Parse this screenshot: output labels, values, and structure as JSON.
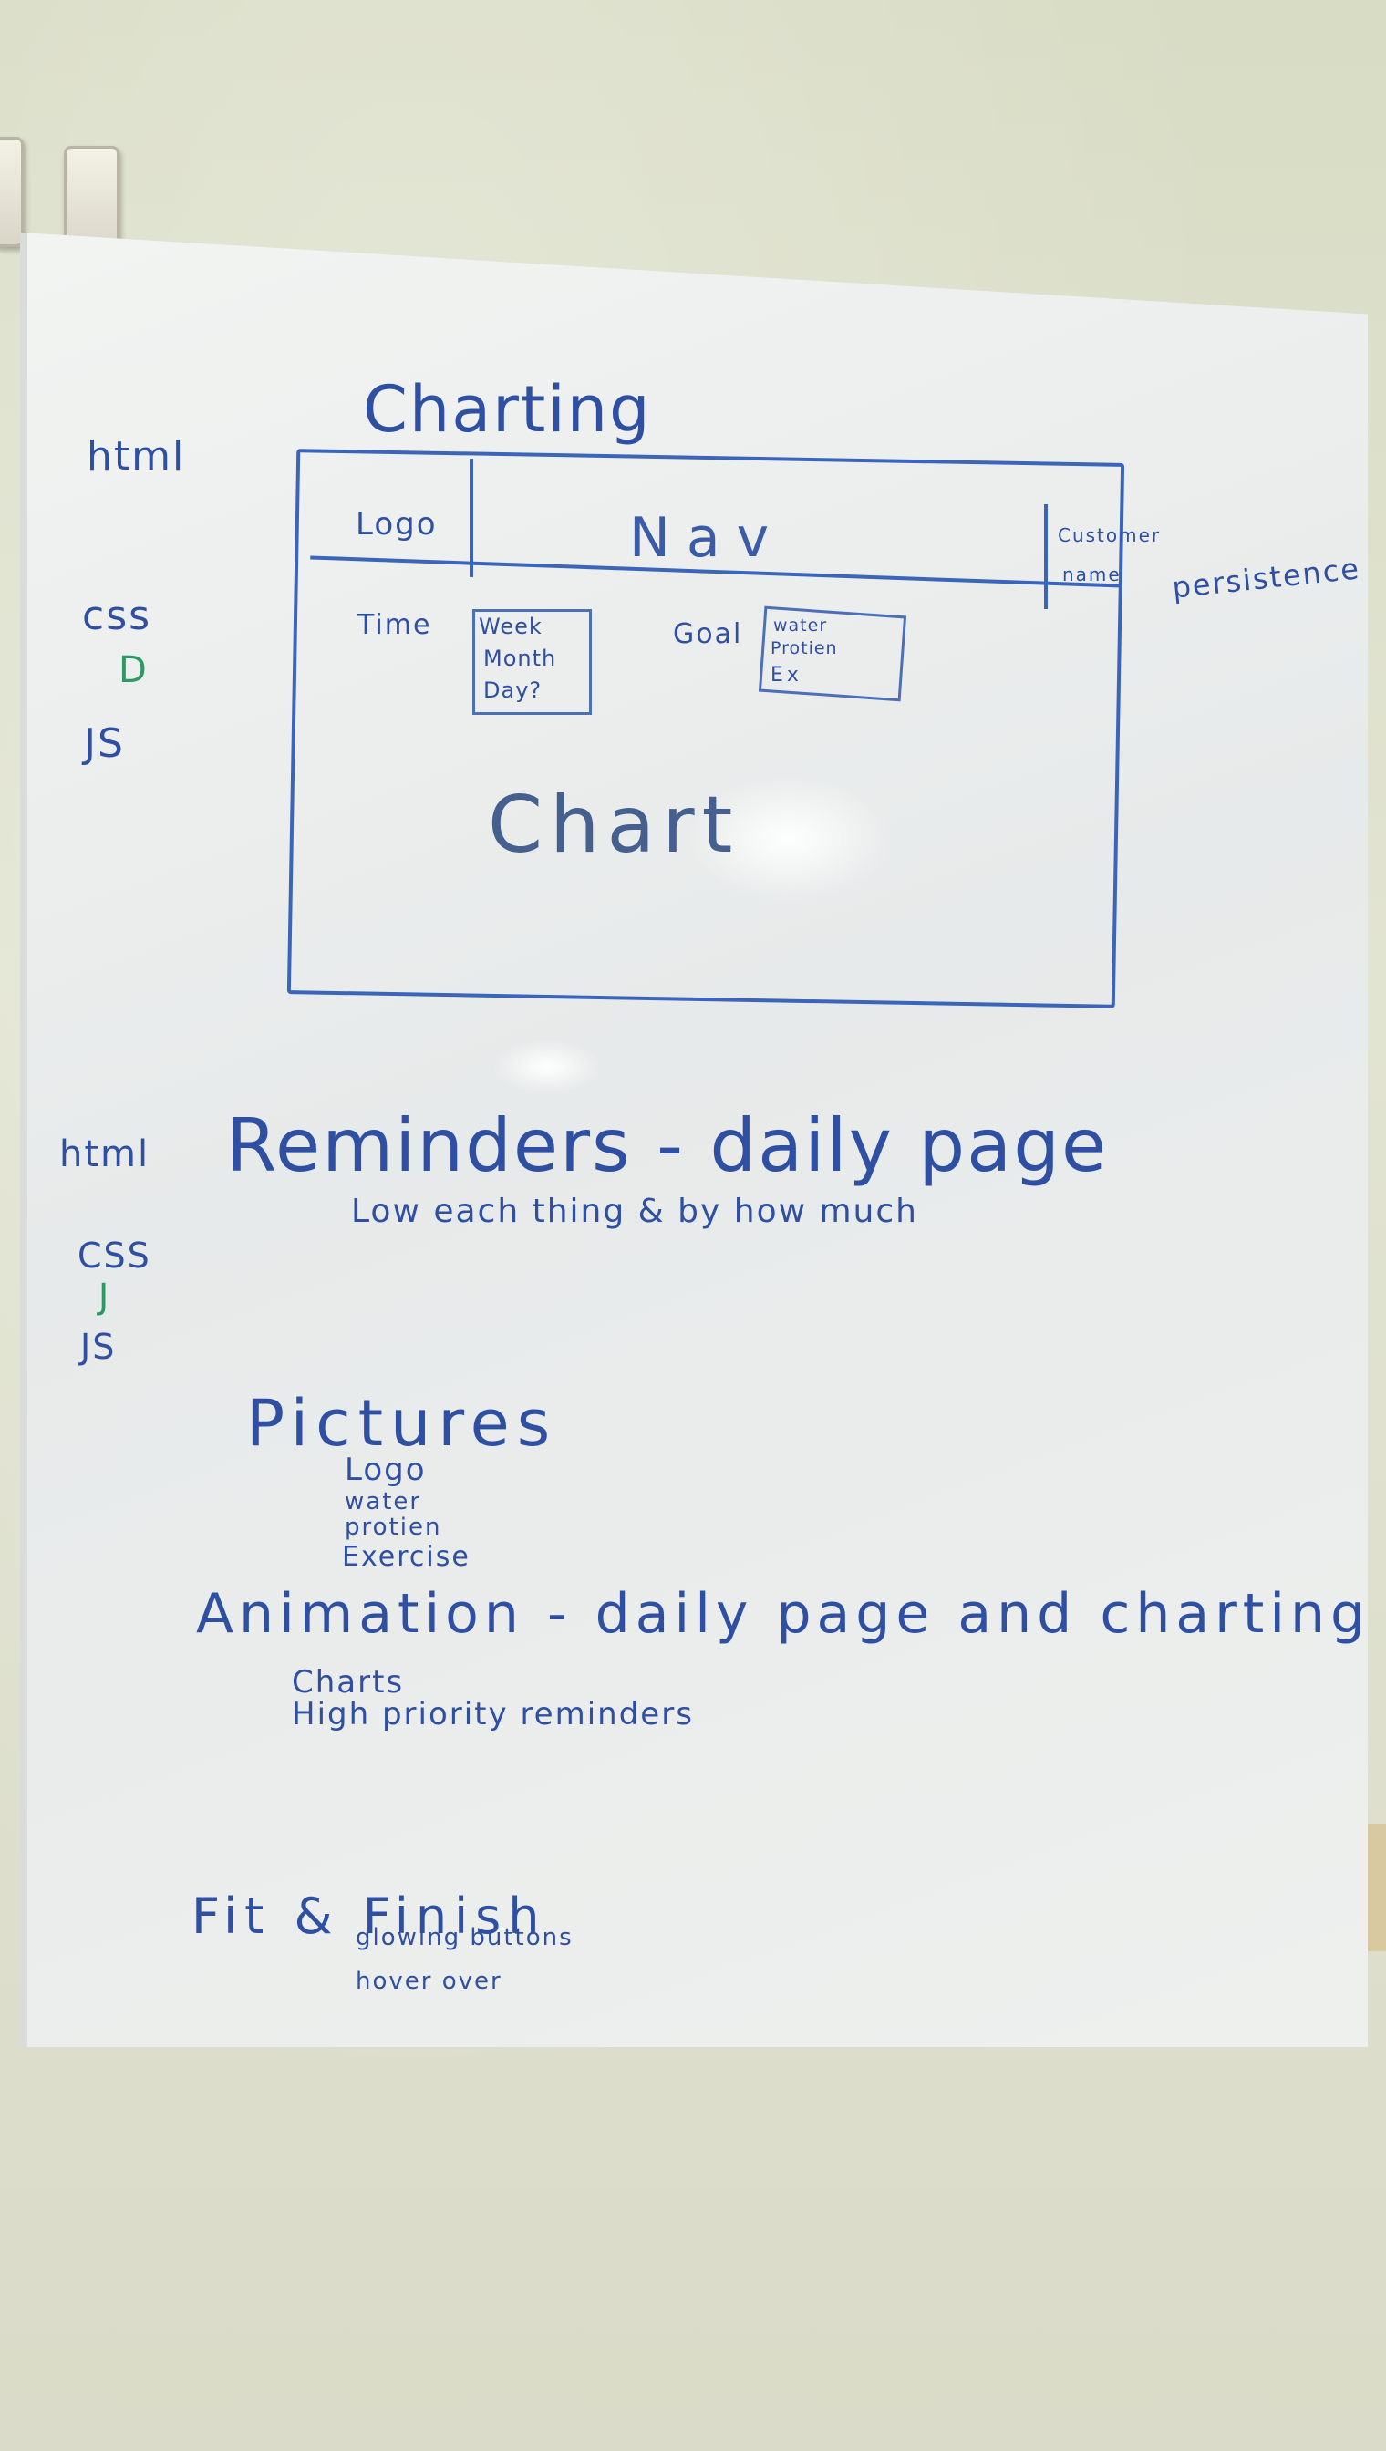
{
  "board": {
    "margin_labels_top": [
      "html",
      "css",
      "D",
      "JS"
    ],
    "margin_labels_mid": [
      "html",
      "CSS",
      "J",
      "JS"
    ],
    "charting": {
      "title": "Charting",
      "wireframe": {
        "logo": "Logo",
        "nav": "Nav",
        "customer_name_line1": "Customer",
        "customer_name_line2": "name",
        "time_label": "Time",
        "time_options": [
          "Week",
          "Month",
          "Day?"
        ],
        "goal_label": "Goal",
        "goal_options": [
          "water",
          "Protien",
          "Ex"
        ],
        "chart": "Chart"
      },
      "persistence": "persistence"
    },
    "reminders": {
      "title": "Reminders - daily page",
      "subtitle": "Low each thing & by how much"
    },
    "pictures": {
      "title": "Pictures",
      "items": [
        "Logo",
        "water",
        "protien",
        "Exercise"
      ]
    },
    "animation": {
      "title": "Animation - daily page and charting",
      "items": [
        "Charts",
        "High priority reminders"
      ]
    },
    "fit_finish": {
      "title": "Fit & Finish",
      "items": [
        "glowing buttons",
        "hover over"
      ]
    }
  },
  "colors": {
    "ink_blue": "#2f4fa3",
    "ink_green": "#2e9a63",
    "board": "#eef0ee",
    "wall": "#dcdfca"
  }
}
